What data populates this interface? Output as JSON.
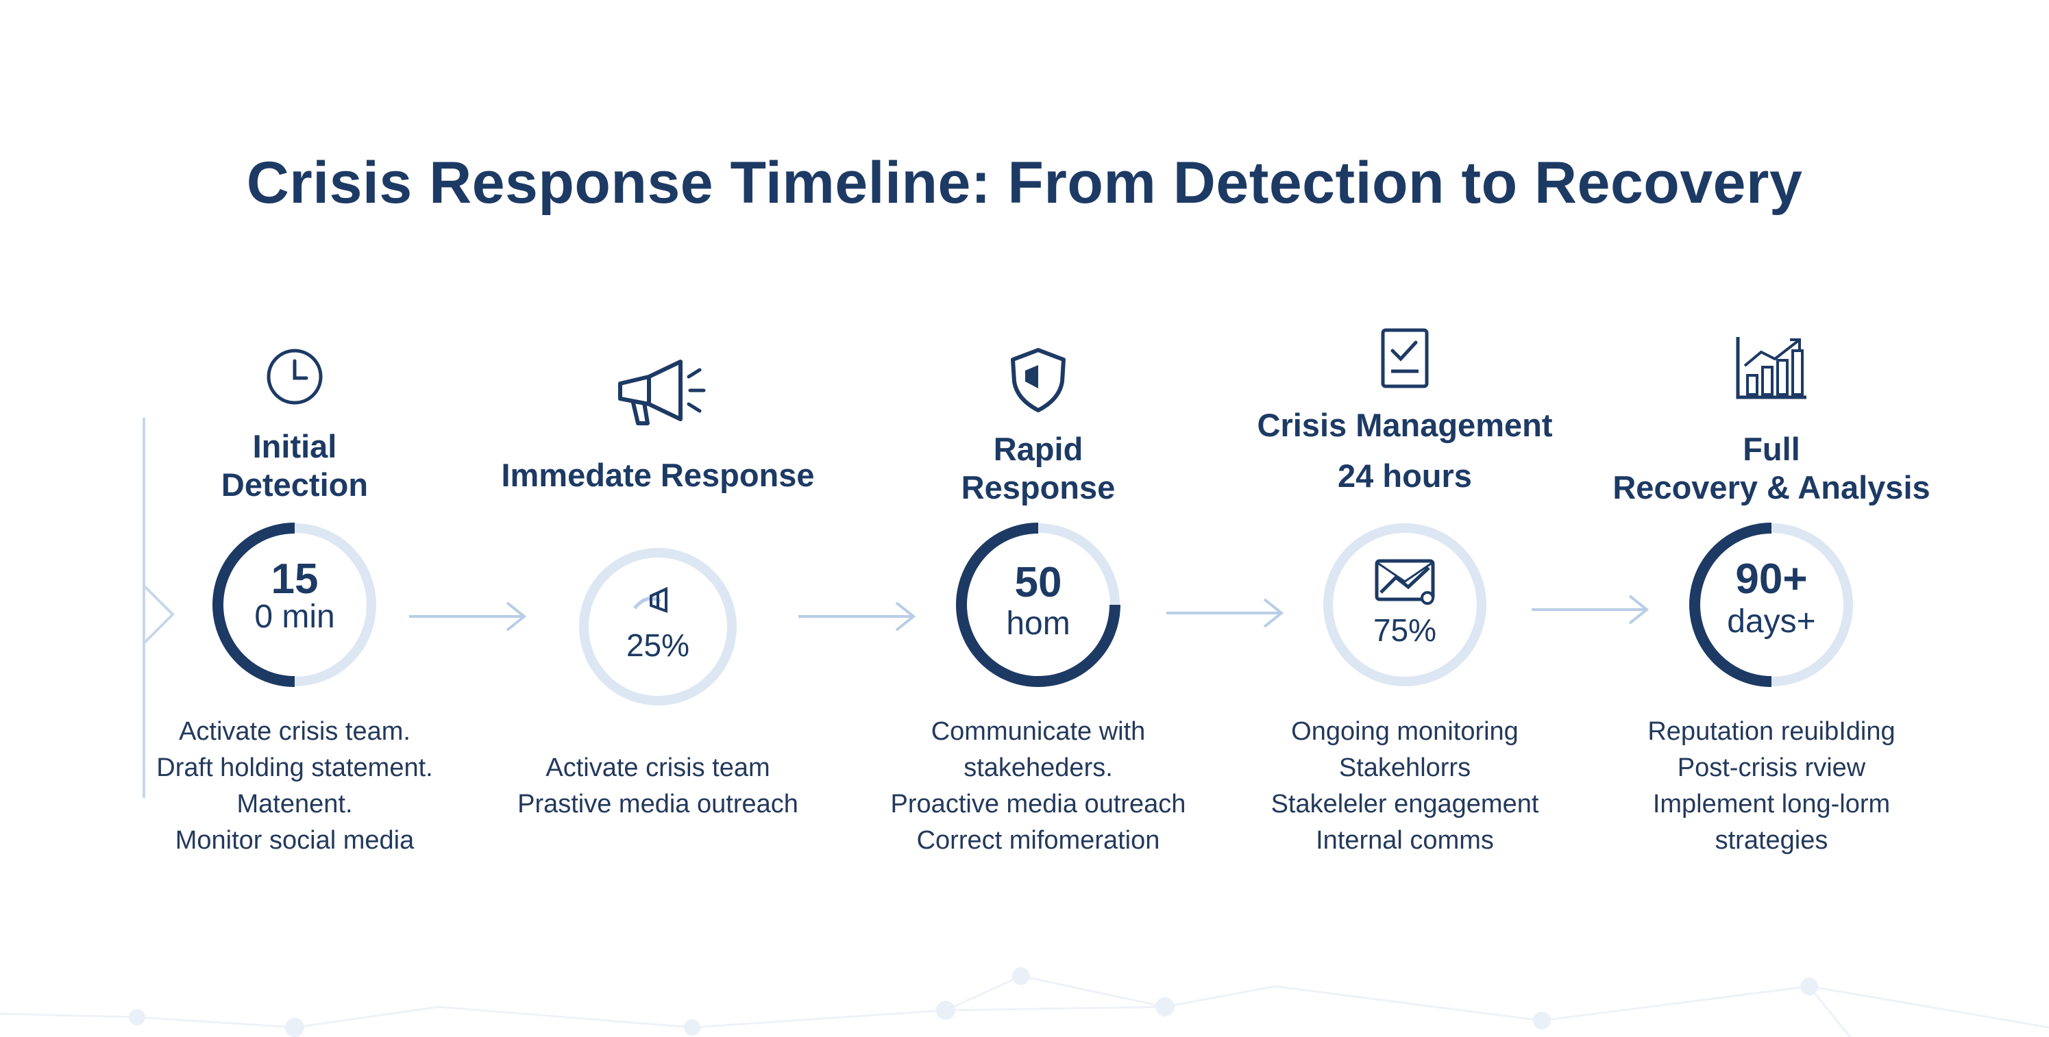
{
  "title": "Crisis Response Timeline: From Detection to Recovery",
  "colors": {
    "navy": "#1d3a64",
    "ring_track": "#dde7f3",
    "arrow": "#b9cde6"
  },
  "stages": [
    {
      "icon": "clock-icon",
      "heading": [
        "Initial",
        "Detection"
      ],
      "ring_top": "15",
      "ring_bottom": "0 min",
      "bullets": [
        "Activate crisis team.",
        "Draft holding statement.",
        "Matenent.",
        "Monitor social media"
      ]
    },
    {
      "icon": "megaphone-icon",
      "heading": [
        "Immedate Response"
      ],
      "ring_value": "25%",
      "bullets": [
        "Activate crisis team",
        "Prastive media outreach"
      ]
    },
    {
      "icon": "shield-icon",
      "heading": [
        "Rapid",
        "Response"
      ],
      "ring_top": "50",
      "ring_bottom": "hom",
      "bullets": [
        "Communicate with",
        "stakeheders.",
        "Proactive media outreach",
        "Correct mifomeration"
      ]
    },
    {
      "icon": "checklist-icon",
      "heading": [
        "Crisis Management",
        "24 hours"
      ],
      "ring_value": "75%",
      "bullets": [
        "Ongoing monitoring",
        "Stakehlorrs",
        "Stakeleler engagement",
        "Internal comms"
      ]
    },
    {
      "icon": "growth-chart-icon",
      "heading": [
        "Full",
        "Recovery & Analysis"
      ],
      "ring_top": "90+",
      "ring_bottom": "days+",
      "bullets": [
        "Reputation reuibIding",
        "Post-crisis rview",
        "Implement long-lorm",
        "strategies"
      ]
    }
  ]
}
